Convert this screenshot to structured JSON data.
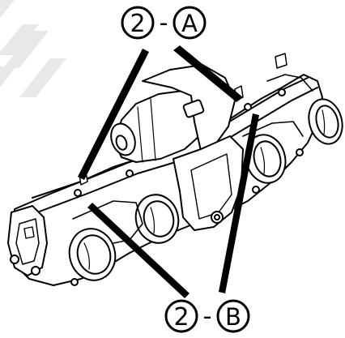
{
  "callouts": {
    "top": {
      "number": "2",
      "separator": "-",
      "letter": "A"
    },
    "bottom": {
      "number": "2",
      "separator": "-",
      "letter": "B"
    }
  },
  "watermark": {
    "color": "#e6e6e6"
  },
  "colors": {
    "line": "#000000",
    "fill": "#ffffff",
    "shade": "#1a1a1a"
  }
}
